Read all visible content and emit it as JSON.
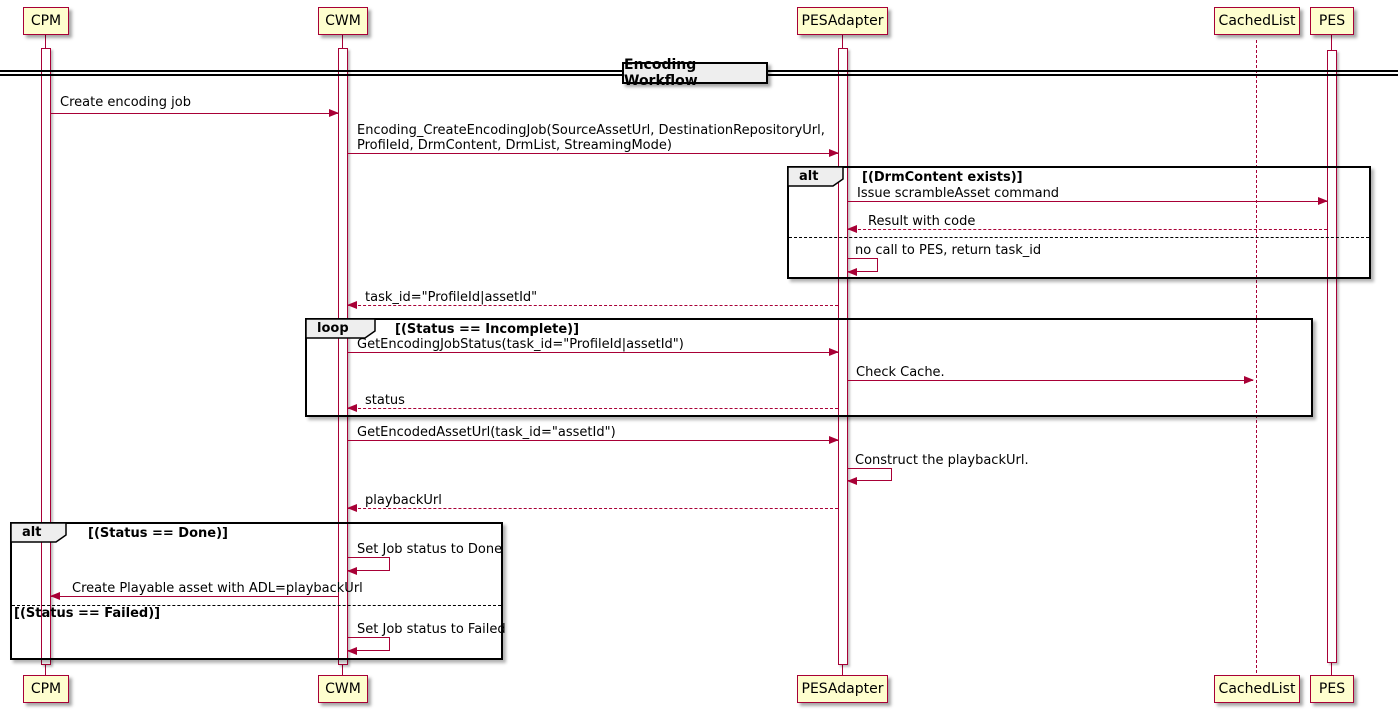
{
  "title": "Encoding Workflow",
  "participants": [
    {
      "name": "CPM"
    },
    {
      "name": "CWM"
    },
    {
      "name": "PESAdapter"
    },
    {
      "name": "CachedList"
    },
    {
      "name": "PES"
    }
  ],
  "frames": {
    "alt_drm": {
      "label": "alt",
      "guard": "[(DrmContent exists)]"
    },
    "loop_status": {
      "label": "loop",
      "guard": "[(Status == Incomplete)]"
    },
    "alt_done": {
      "label": "alt",
      "guard": "[(Status == Done)]",
      "else_guard": "[(Status == Failed)]"
    }
  },
  "messages": {
    "create_job": {
      "from": "CPM",
      "to": "CWM",
      "style": "solid",
      "text": "Create encoding job"
    },
    "create_encoding_job": {
      "from": "CWM",
      "to": "PESAdapter",
      "style": "solid",
      "line1": "Encoding_CreateEncodingJob(SourceAssetUrl, DestinationRepositoryUrl,",
      "line2": "ProfileId, DrmContent, DrmList, StreamingMode)"
    },
    "issue_scramble": {
      "from": "PESAdapter",
      "to": "PES",
      "style": "solid",
      "text": "Issue scrambleAsset command"
    },
    "result_with_code": {
      "from": "PES",
      "to": "PESAdapter",
      "style": "dashed",
      "text": "Result with code"
    },
    "no_call_to_pes": {
      "from": "PESAdapter",
      "to": "PESAdapter",
      "style": "self",
      "text": "no call to PES, return task_id"
    },
    "task_id_return": {
      "from": "PESAdapter",
      "to": "CWM",
      "style": "dashed",
      "text": "task_id=\"ProfileId|assetId\""
    },
    "get_job_status": {
      "from": "CWM",
      "to": "PESAdapter",
      "style": "solid",
      "text": "GetEncodingJobStatus(task_id=\"ProfileId|assetId\")"
    },
    "check_cache": {
      "from": "PESAdapter",
      "to": "CachedList",
      "style": "solid",
      "text": "Check Cache."
    },
    "status_return": {
      "from": "PESAdapter",
      "to": "CWM",
      "style": "dashed",
      "text": "status"
    },
    "get_encoded_url": {
      "from": "CWM",
      "to": "PESAdapter",
      "style": "solid",
      "text": "GetEncodedAssetUrl(task_id=\"assetId\")"
    },
    "construct_playback": {
      "from": "PESAdapter",
      "to": "PESAdapter",
      "style": "self",
      "text": "Construct the playbackUrl."
    },
    "playback_return": {
      "from": "PESAdapter",
      "to": "CWM",
      "style": "dashed",
      "text": "playbackUrl"
    },
    "set_status_done": {
      "from": "CWM",
      "to": "CWM",
      "style": "self",
      "text": "Set Job status to Done"
    },
    "create_playable": {
      "from": "CWM",
      "to": "CPM",
      "style": "solid",
      "text": "Create Playable asset with ADL=playbackUrl"
    },
    "set_status_failed": {
      "from": "CWM",
      "to": "CWM",
      "style": "self",
      "text": "Set Job status to Failed"
    }
  },
  "colors": {
    "participant_fill": "#FEFECE",
    "participant_border": "#A80036",
    "lifeline": "#A80036",
    "arrow": "#A80036",
    "frame_border": "#000000",
    "frame_tab_fill": "#EEEEEE",
    "title_fill": "#EEEEEE"
  }
}
